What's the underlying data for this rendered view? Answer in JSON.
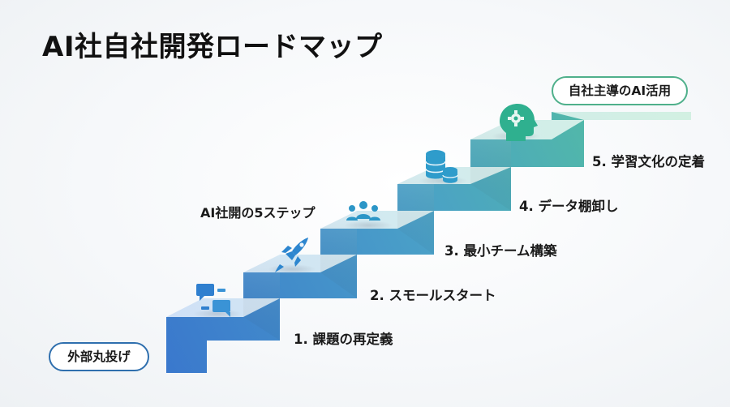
{
  "title": "AI社自社開発ロードマップ",
  "subtitle": "AI社開の5ステップ",
  "start_label": "外部丸投げ",
  "goal_label": "自社主導のAI活用",
  "steps": [
    {
      "label": "1. 課題の再定義",
      "icon": "chat-icon"
    },
    {
      "label": "2. スモールスタート",
      "icon": "rocket-icon"
    },
    {
      "label": "3. 最小チーム構築",
      "icon": "team-icon"
    },
    {
      "label": "4. データ棚卸し",
      "icon": "database-icon"
    },
    {
      "label": "5. 学習文化の定着",
      "icon": "brain-gear-icon"
    }
  ],
  "colors": {
    "stair_blue": "#3f7fd0",
    "stair_green": "#55c39a",
    "start_border": "#2f6fae",
    "goal_border": "#4fb08b"
  }
}
